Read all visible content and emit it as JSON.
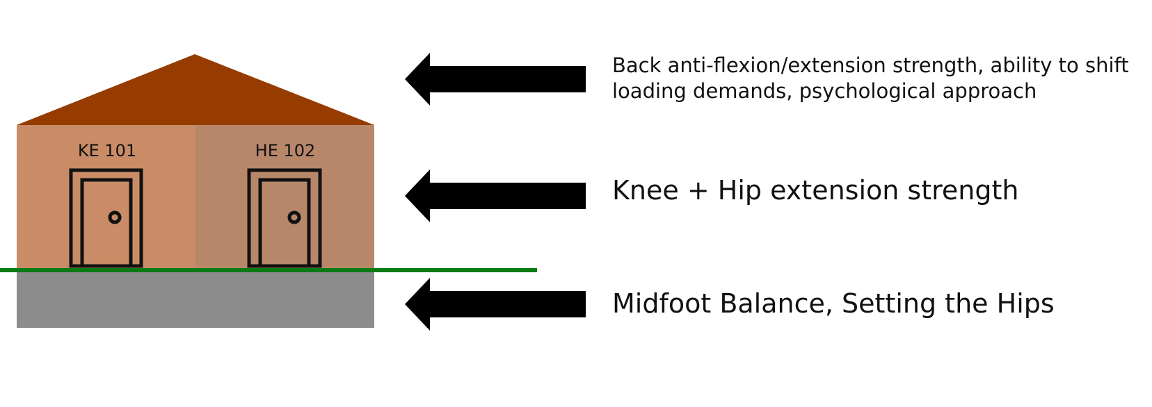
{
  "house": {
    "left_room_label": "KE 101",
    "right_room_label": "HE 102",
    "colors": {
      "roof": "#963c00",
      "wall_left": "#c98c66",
      "wall_right": "#b8876a",
      "foundation": "#8c8c8c",
      "ground_line": "#0a7a14",
      "door_outline": "#111111"
    }
  },
  "annotations": [
    {
      "label": "Back anti-flexion/extension strength, ability to shift loading demands, psychological approach"
    },
    {
      "label": "Knee + Hip extension strength"
    },
    {
      "label": "Midfoot Balance, Setting the Hips"
    }
  ]
}
